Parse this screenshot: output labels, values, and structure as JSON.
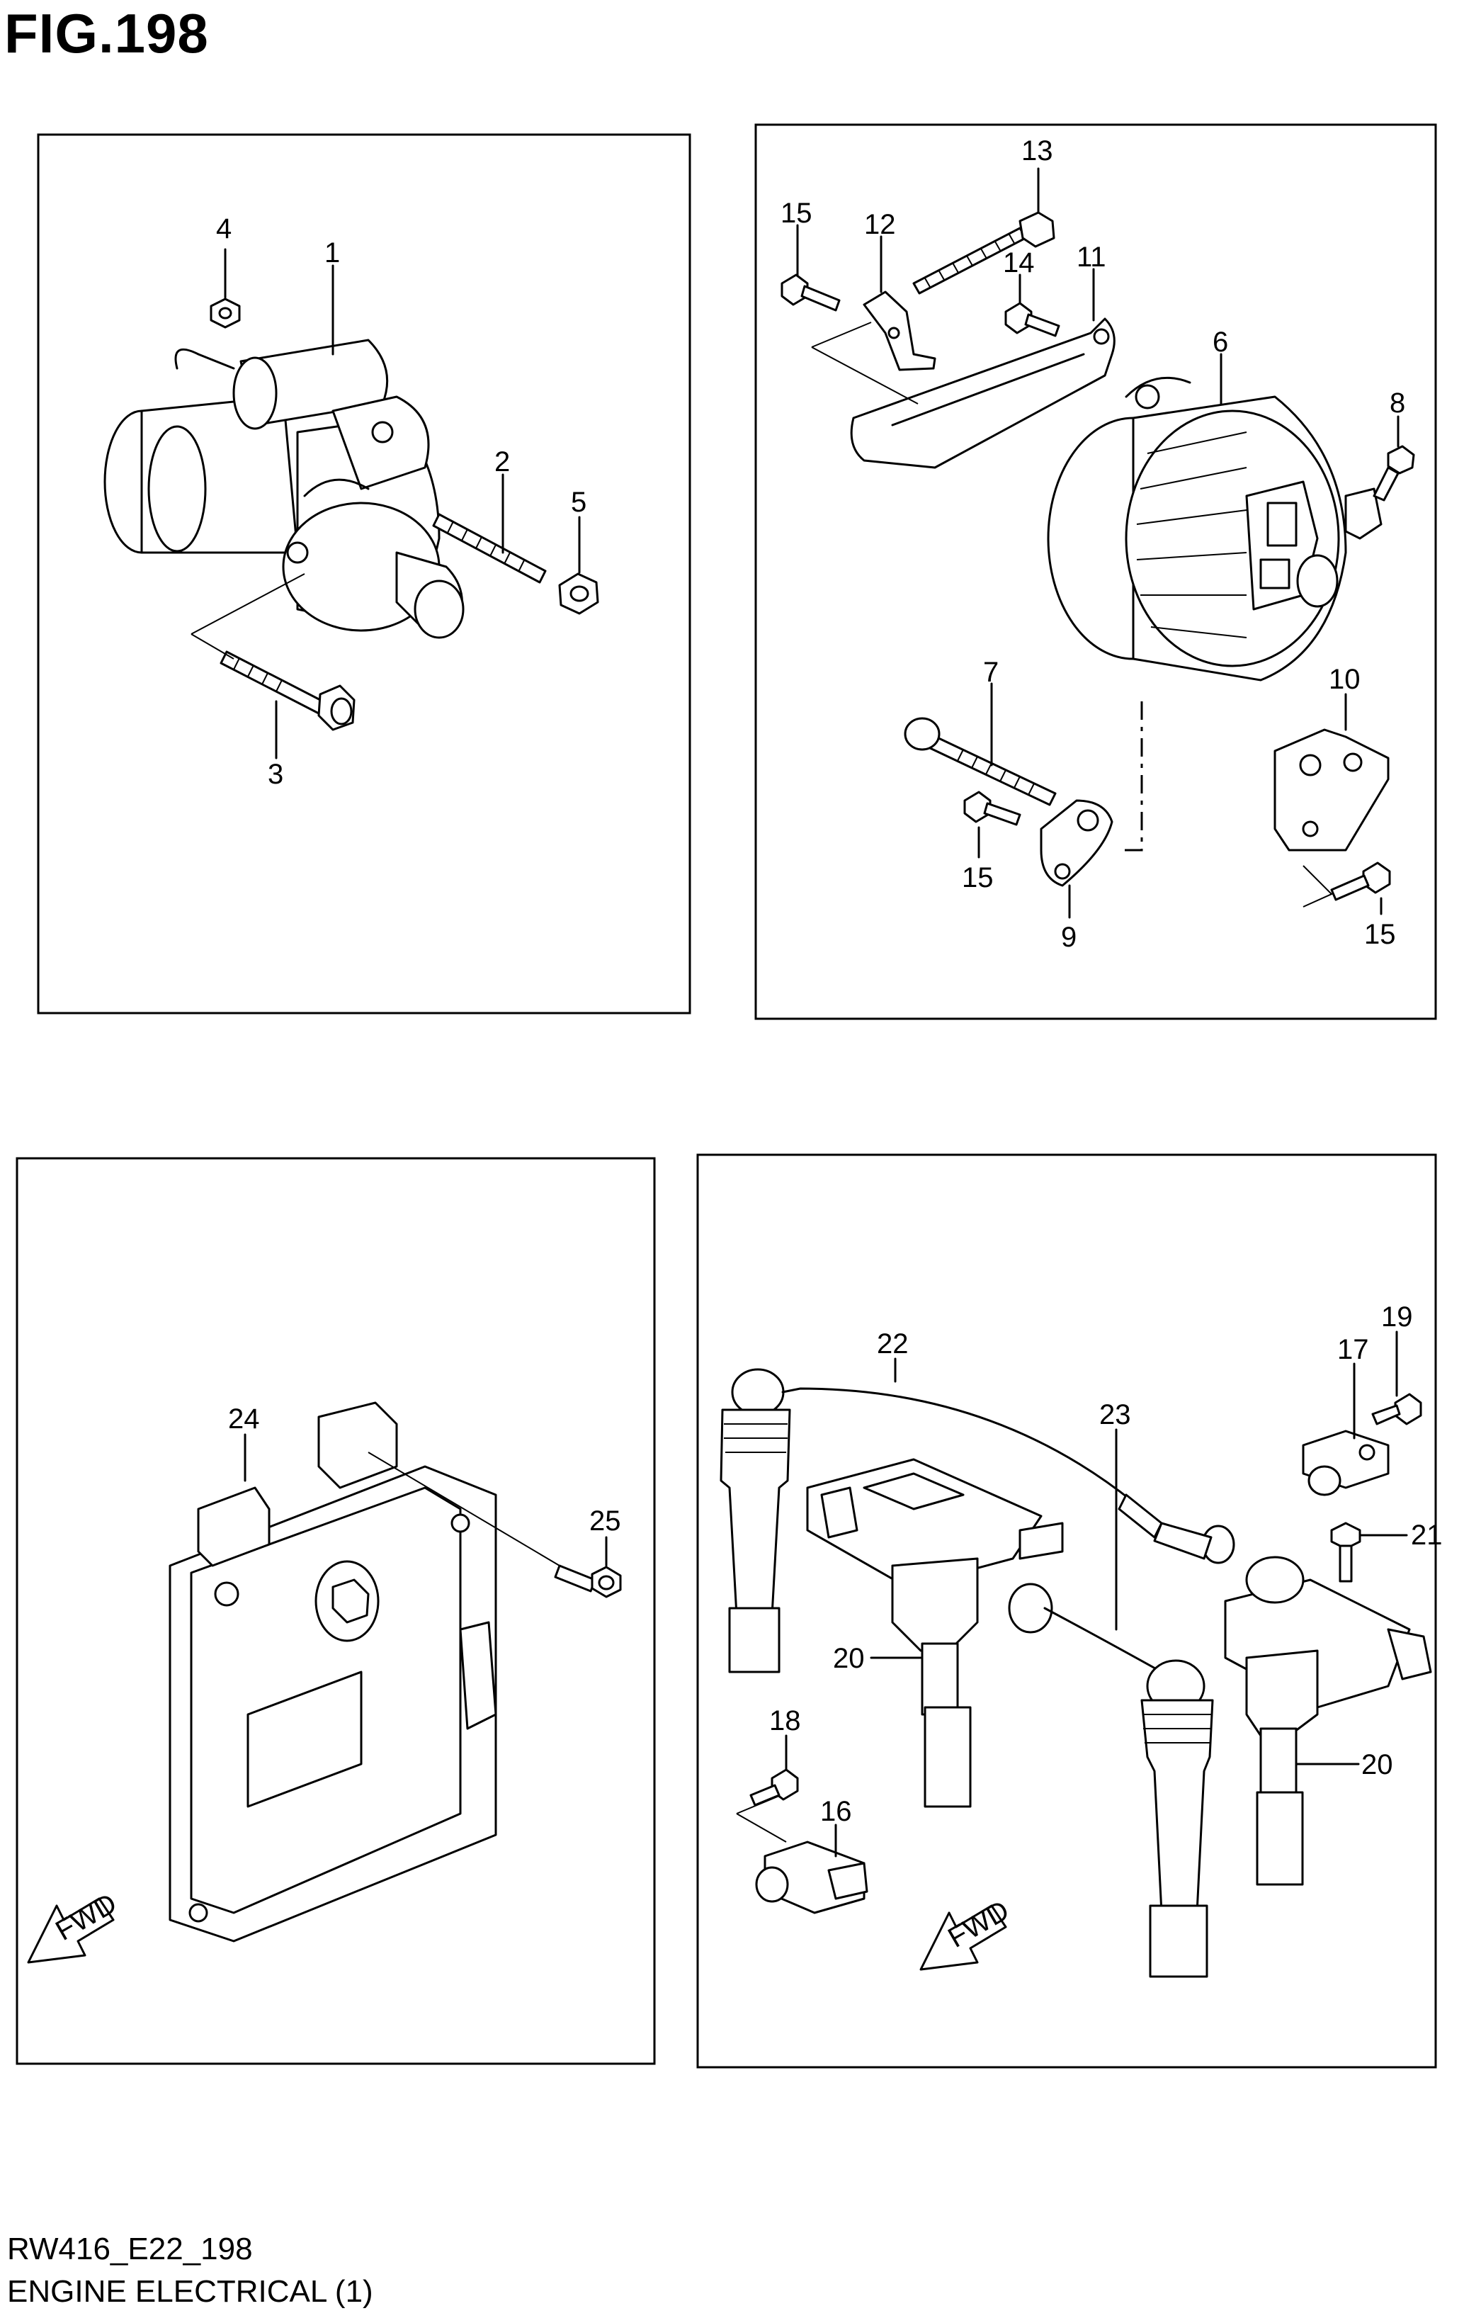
{
  "figure_title": "FIG.198",
  "footer": {
    "model_code": "RW416_E22_198",
    "section_name": "ENGINE ELECTRICAL (1)"
  },
  "fwd_label": "FWD",
  "panels": {
    "starter": {
      "callouts": [
        "1",
        "2",
        "3",
        "4",
        "5"
      ]
    },
    "alternator": {
      "callouts": [
        "6",
        "7",
        "8",
        "9",
        "10",
        "11",
        "12",
        "13",
        "14",
        "15",
        "15",
        "15"
      ]
    },
    "ecm": {
      "callouts": [
        "24",
        "25"
      ]
    },
    "ignition": {
      "callouts": [
        "16",
        "17",
        "18",
        "19",
        "20",
        "20",
        "21",
        "22",
        "23"
      ]
    }
  }
}
